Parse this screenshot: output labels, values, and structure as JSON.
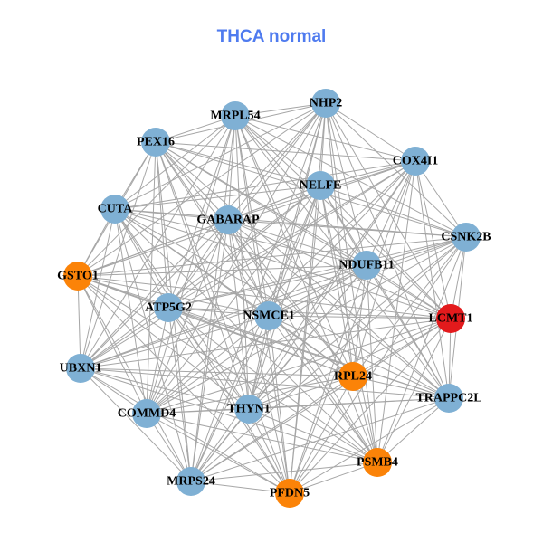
{
  "title": "THCA normal",
  "colors": {
    "default": "#7fb0d4",
    "orange": "#fb8308",
    "red": "#e31a1c",
    "edge": "#a6a6a6"
  },
  "nodes": [
    {
      "label": "NHP2",
      "color": "default"
    },
    {
      "label": "MRPL54",
      "color": "default"
    },
    {
      "label": "PEX16",
      "color": "default"
    },
    {
      "label": "COX4I1",
      "color": "default"
    },
    {
      "label": "NELFE",
      "color": "default"
    },
    {
      "label": "CUTA",
      "color": "default"
    },
    {
      "label": "GABARAP",
      "color": "default"
    },
    {
      "label": "CSNK2B",
      "color": "default"
    },
    {
      "label": "GSTO1",
      "color": "orange"
    },
    {
      "label": "NDUFB11",
      "color": "default"
    },
    {
      "label": "ATP5G2",
      "color": "default"
    },
    {
      "label": "NSMCE1",
      "color": "default"
    },
    {
      "label": "LCMT1",
      "color": "red"
    },
    {
      "label": "UBXN1",
      "color": "default"
    },
    {
      "label": "RPL24",
      "color": "orange"
    },
    {
      "label": "TRAPPC2L",
      "color": "default"
    },
    {
      "label": "COMMD4",
      "color": "default"
    },
    {
      "label": "THYN1",
      "color": "default"
    },
    {
      "label": "PSMB4",
      "color": "orange"
    },
    {
      "label": "MRPS24",
      "color": "default"
    },
    {
      "label": "PFDN5",
      "color": "orange"
    }
  ]
}
